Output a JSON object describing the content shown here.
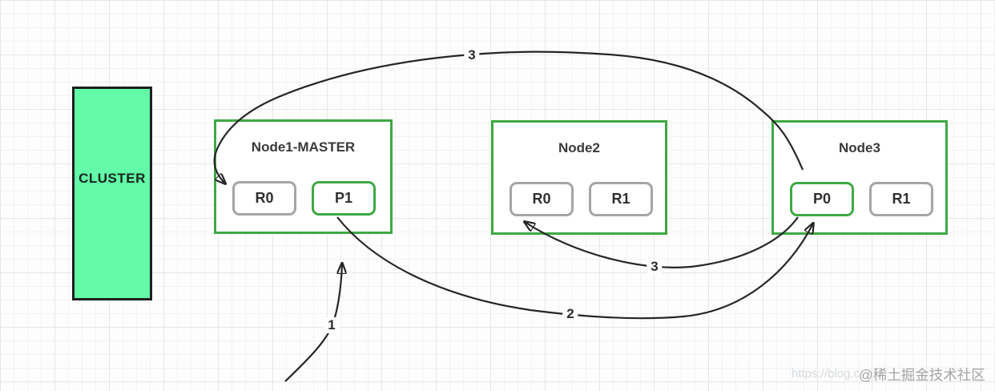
{
  "cluster": {
    "label": "CLUSTER"
  },
  "nodes": [
    {
      "title": "Node1-MASTER",
      "slots": [
        {
          "label": "R0",
          "variant": "gray"
        },
        {
          "label": "P1",
          "variant": "green"
        }
      ]
    },
    {
      "title": "Node2",
      "slots": [
        {
          "label": "R0",
          "variant": "gray"
        },
        {
          "label": "R1",
          "variant": "gray"
        }
      ]
    },
    {
      "title": "Node3",
      "slots": [
        {
          "label": "P0",
          "variant": "green"
        },
        {
          "label": "R1",
          "variant": "gray"
        }
      ]
    }
  ],
  "edges": [
    {
      "id": "edge-3-top",
      "label": "3",
      "from": "Node3.P0",
      "to": "Node1.R0"
    },
    {
      "id": "edge-3-mid",
      "label": "3",
      "from": "Node3.P0",
      "to": "Node2.R0"
    },
    {
      "id": "edge-2",
      "label": "2",
      "from": "Node1.P1",
      "to": "Node3.P0"
    },
    {
      "id": "edge-1",
      "label": "1",
      "to": "Node1.P1"
    }
  ],
  "watermark": {
    "url": "https://blog.c",
    "badge": "@稀土掘金技术社区"
  },
  "colors": {
    "green": "#3fa845",
    "cluster-fill": "#63fba7",
    "slot-gray": "#a5a5a5",
    "line": "#262626",
    "grid-minor": "#f3f3f3",
    "grid-major": "#e7e7e7"
  }
}
